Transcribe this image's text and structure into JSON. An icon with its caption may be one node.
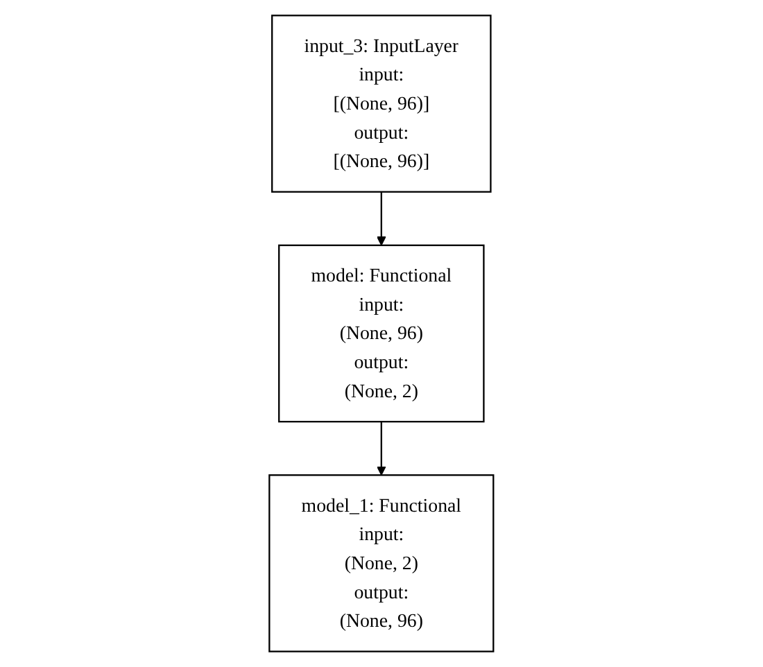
{
  "diagram": {
    "nodes": [
      {
        "text": [
          "input_3: InputLayer",
          "input:",
          "[(None, 96)]",
          "output:",
          "[(None, 96)]"
        ]
      },
      {
        "text": [
          "model: Functional",
          "input:",
          "(None, 96)",
          "output:",
          "(None, 2)"
        ]
      },
      {
        "text": [
          "model_1: Functional",
          "input:",
          "(None, 2)",
          "output:",
          "(None, 96)"
        ]
      }
    ],
    "edges": [
      {
        "from": 0,
        "to": 1,
        "arrow": "to"
      },
      {
        "from": 1,
        "to": 2,
        "arrow": "to"
      }
    ]
  }
}
